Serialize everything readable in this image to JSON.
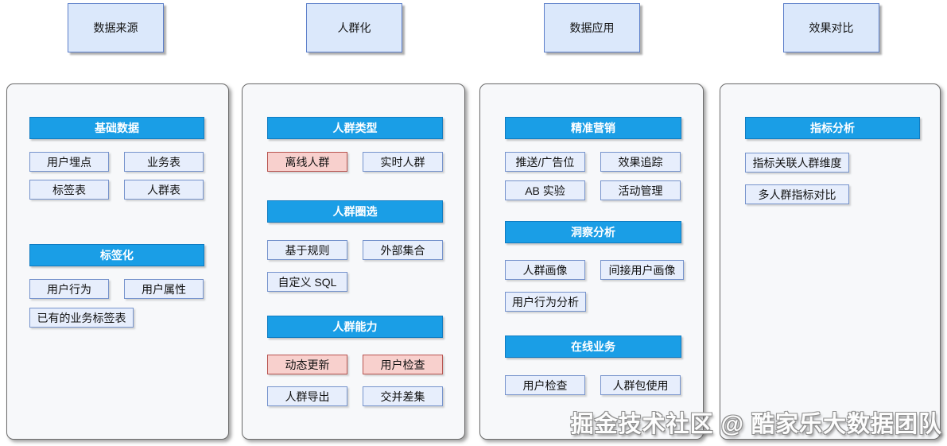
{
  "watermark": "掘金技术社区 @ 酷家乐大数据团队",
  "colors": {
    "section_header_fill": "#1a9ee6",
    "section_header_border": "#0f7cc2",
    "node_blue_fill": "#e7eefc",
    "node_blue_border": "#7693cc",
    "node_pink_fill": "#f8d0cd",
    "node_pink_border": "#b85450",
    "stage_box_fill": "#dbe8fb",
    "stage_box_border": "#5b7ec9",
    "panel_fill": "#f7f8fa"
  },
  "columns": [
    {
      "top_label": "数据来源",
      "sections": [
        {
          "title": "基础数据",
          "items": [
            {
              "label": "用户埋点"
            },
            {
              "label": "业务表"
            },
            {
              "label": "标签表"
            },
            {
              "label": "人群表"
            }
          ]
        },
        {
          "title": "标签化",
          "items": [
            {
              "label": "用户行为"
            },
            {
              "label": "用户属性"
            },
            {
              "label": "已有的业务标签表"
            }
          ]
        }
      ]
    },
    {
      "top_label": "人群化",
      "sections": [
        {
          "title": "人群类型",
          "items": [
            {
              "label": "离线人群",
              "variant": "pink"
            },
            {
              "label": "实时人群"
            }
          ]
        },
        {
          "title": "人群圈选",
          "items": [
            {
              "label": "基于规则"
            },
            {
              "label": "外部集合"
            },
            {
              "label": "自定义 SQL"
            }
          ]
        },
        {
          "title": "人群能力",
          "items": [
            {
              "label": "动态更新",
              "variant": "pink"
            },
            {
              "label": "用户检查",
              "variant": "pink"
            },
            {
              "label": "人群导出"
            },
            {
              "label": "交并差集"
            }
          ]
        }
      ]
    },
    {
      "top_label": "数据应用",
      "sections": [
        {
          "title": "精准营销",
          "items": [
            {
              "label": "推送/广告位"
            },
            {
              "label": "效果追踪"
            },
            {
              "label": "AB 实验"
            },
            {
              "label": "活动管理"
            }
          ]
        },
        {
          "title": "洞察分析",
          "items": [
            {
              "label": "人群画像"
            },
            {
              "label": "间接用户画像"
            },
            {
              "label": "用户行为分析"
            }
          ]
        },
        {
          "title": "在线业务",
          "items": [
            {
              "label": "用户检查"
            },
            {
              "label": "人群包使用"
            }
          ]
        }
      ]
    },
    {
      "top_label": "效果对比",
      "sections": [
        {
          "title": "指标分析",
          "items": [
            {
              "label": "指标关联人群维度"
            },
            {
              "label": "多人群指标对比"
            }
          ]
        }
      ]
    }
  ]
}
